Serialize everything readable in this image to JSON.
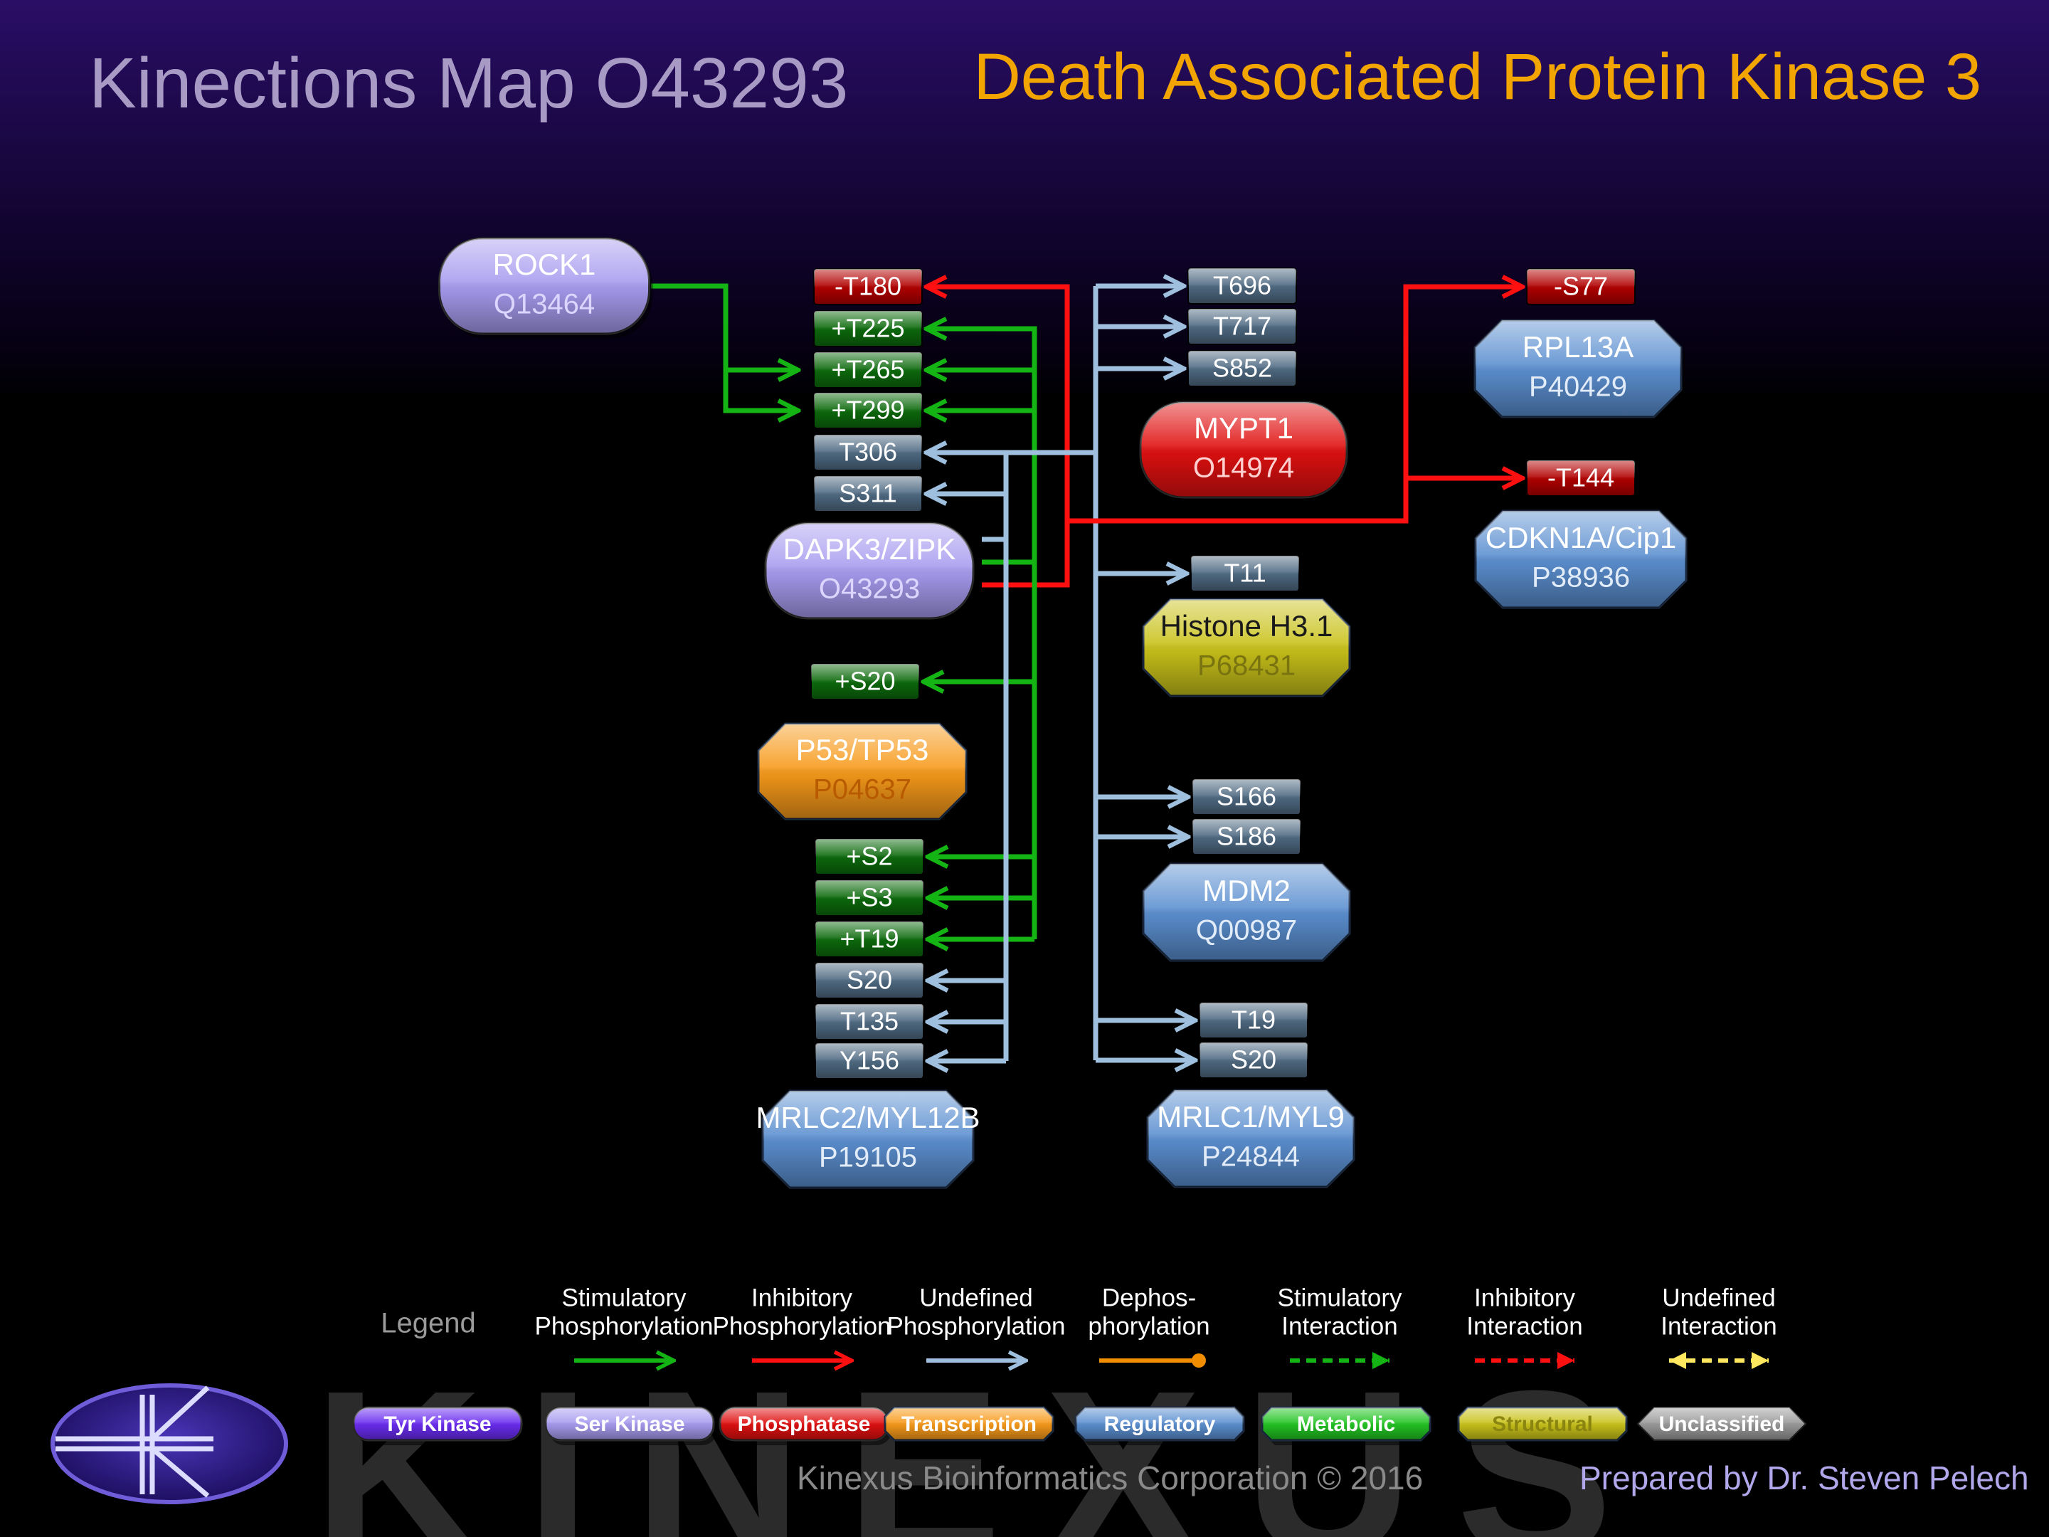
{
  "header": {
    "title": "Kinections Map O43293",
    "protein_name": "Death Associated Protein Kinase 3"
  },
  "colors": {
    "stimulatory": "#14b414",
    "inhibitory": "#ff1010",
    "undefined": "#9ec0de",
    "dephos": "#f28c00",
    "ser_kinase": "#a79bef",
    "regulatory": "#5b8fd0",
    "phosphatase": "#e01010",
    "transcription": "#f79a1a",
    "structural": "#c9c21a",
    "site_stim": "#0c6a0c",
    "site_inhib": "#b20000",
    "site_undef": "#4f6a82"
  },
  "nodes": [
    {
      "id": "rock1",
      "name": "ROCK1",
      "accession": "Q13464",
      "type": "ser_kinase",
      "shape": "rounded"
    },
    {
      "id": "dapk3",
      "name": "DAPK3/ZIPK",
      "accession": "O43293",
      "type": "ser_kinase",
      "shape": "rounded"
    },
    {
      "id": "p53",
      "name": "P53/TP53",
      "accession": "P04637",
      "type": "transcription",
      "shape": "octagon"
    },
    {
      "id": "mrlc2",
      "name": "MRLC2/MYL12B",
      "accession": "P19105",
      "type": "regulatory",
      "shape": "octagon"
    },
    {
      "id": "mypt1",
      "name": "MYPT1",
      "accession": "O14974",
      "type": "phosphatase",
      "shape": "rounded"
    },
    {
      "id": "h31",
      "name": "Histone H3.1",
      "accession": "P68431",
      "type": "structural",
      "shape": "octagon"
    },
    {
      "id": "mdm2",
      "name": "MDM2",
      "accession": "Q00987",
      "type": "regulatory",
      "shape": "octagon"
    },
    {
      "id": "mrlc1",
      "name": "MRLC1/MYL9",
      "accession": "P24844",
      "type": "regulatory",
      "shape": "octagon"
    },
    {
      "id": "rpl13a",
      "name": "RPL13A",
      "accession": "P40429",
      "type": "regulatory",
      "shape": "octagon"
    },
    {
      "id": "cdkn1a",
      "name": "CDKN1A/Cip1",
      "accession": "P38936",
      "type": "regulatory",
      "shape": "octagon"
    }
  ],
  "sites": [
    {
      "id": "d_t180",
      "label": "-T180",
      "effect": "inhibitory"
    },
    {
      "id": "d_t225",
      "label": "+T225",
      "effect": "stimulatory"
    },
    {
      "id": "d_t265",
      "label": "+T265",
      "effect": "stimulatory"
    },
    {
      "id": "d_t299",
      "label": "+T299",
      "effect": "stimulatory"
    },
    {
      "id": "d_t306",
      "label": "T306",
      "effect": "undefined"
    },
    {
      "id": "d_s311",
      "label": "S311",
      "effect": "undefined"
    },
    {
      "id": "p_s20",
      "label": "+S20",
      "effect": "stimulatory"
    },
    {
      "id": "m2_s2",
      "label": "+S2",
      "effect": "stimulatory"
    },
    {
      "id": "m2_s3",
      "label": "+S3",
      "effect": "stimulatory"
    },
    {
      "id": "m2_t19",
      "label": "+T19",
      "effect": "stimulatory"
    },
    {
      "id": "m2_s20",
      "label": "S20",
      "effect": "undefined"
    },
    {
      "id": "m2_t135",
      "label": "T135",
      "effect": "undefined"
    },
    {
      "id": "m2_y156",
      "label": "Y156",
      "effect": "undefined"
    },
    {
      "id": "my_t696",
      "label": "T696",
      "effect": "undefined"
    },
    {
      "id": "my_t717",
      "label": "T717",
      "effect": "undefined"
    },
    {
      "id": "my_s852",
      "label": "S852",
      "effect": "undefined"
    },
    {
      "id": "h_t11",
      "label": "T11",
      "effect": "undefined"
    },
    {
      "id": "md_s166",
      "label": "S166",
      "effect": "undefined"
    },
    {
      "id": "md_s186",
      "label": "S186",
      "effect": "undefined"
    },
    {
      "id": "m1_t19",
      "label": "T19",
      "effect": "undefined"
    },
    {
      "id": "m1_s20",
      "label": "S20",
      "effect": "undefined"
    },
    {
      "id": "r_s77",
      "label": "-S77",
      "effect": "inhibitory"
    },
    {
      "id": "c_t144",
      "label": "-T144",
      "effect": "inhibitory"
    }
  ],
  "edges": [
    {
      "from": "rock1",
      "to": "d_t265",
      "type": "stimulatory"
    },
    {
      "from": "rock1",
      "to": "d_t299",
      "type": "stimulatory"
    },
    {
      "from": "dapk3",
      "to": "d_t180",
      "type": "inhibitory"
    },
    {
      "from": "dapk3",
      "to": "d_t225",
      "type": "stimulatory"
    },
    {
      "from": "dapk3",
      "to": "d_t265",
      "type": "stimulatory"
    },
    {
      "from": "dapk3",
      "to": "d_t299",
      "type": "stimulatory"
    },
    {
      "from": "dapk3",
      "to": "p_s20",
      "type": "stimulatory"
    },
    {
      "from": "dapk3",
      "to": "m2_s2",
      "type": "stimulatory"
    },
    {
      "from": "dapk3",
      "to": "m2_s3",
      "type": "stimulatory"
    },
    {
      "from": "dapk3",
      "to": "m2_t19",
      "type": "stimulatory"
    },
    {
      "from": "dapk3",
      "to": "d_t306",
      "type": "undefined"
    },
    {
      "from": "dapk3",
      "to": "d_s311",
      "type": "undefined"
    },
    {
      "from": "dapk3",
      "to": "m2_s20",
      "type": "undefined"
    },
    {
      "from": "dapk3",
      "to": "m2_t135",
      "type": "undefined"
    },
    {
      "from": "dapk3",
      "to": "m2_y156",
      "type": "undefined"
    },
    {
      "from": "dapk3",
      "to": "my_t696",
      "type": "undefined"
    },
    {
      "from": "dapk3",
      "to": "my_t717",
      "type": "undefined"
    },
    {
      "from": "dapk3",
      "to": "my_s852",
      "type": "undefined"
    },
    {
      "from": "dapk3",
      "to": "h_t11",
      "type": "undefined"
    },
    {
      "from": "dapk3",
      "to": "md_s166",
      "type": "undefined"
    },
    {
      "from": "dapk3",
      "to": "md_s186",
      "type": "undefined"
    },
    {
      "from": "dapk3",
      "to": "m1_t19",
      "type": "undefined"
    },
    {
      "from": "dapk3",
      "to": "m1_s20",
      "type": "undefined"
    },
    {
      "from": "dapk3",
      "to": "r_s77",
      "type": "inhibitory"
    },
    {
      "from": "dapk3",
      "to": "c_t144",
      "type": "inhibitory"
    }
  ],
  "legend": {
    "title": "Legend",
    "arrows": [
      {
        "label": "Stimulatory\nPhosphorylation",
        "style": "stimulatory"
      },
      {
        "label": "Inhibitory\nPhosphorylation",
        "style": "inhibitory"
      },
      {
        "label": "Undefined\nPhosphorylation",
        "style": "undefined"
      },
      {
        "label": "Dephos-\nphorylation",
        "style": "dephos"
      },
      {
        "label": "Stimulatory\nInteraction",
        "style": "stim_interaction"
      },
      {
        "label": "Inhibitory\nInteraction",
        "style": "inhib_interaction"
      },
      {
        "label": "Undefined\nInteraction",
        "style": "undef_interaction"
      }
    ],
    "categories": [
      {
        "label": "Tyr Kinase",
        "color": "#6a2cf0",
        "shape": "rounded"
      },
      {
        "label": "Ser Kinase",
        "color": "#a79bef",
        "shape": "rounded"
      },
      {
        "label": "Phosphatase",
        "color": "#e01010",
        "shape": "rounded"
      },
      {
        "label": "Transcription",
        "color": "#f79a1a",
        "shape": "octagon"
      },
      {
        "label": "Regulatory",
        "color": "#5b8fd0",
        "shape": "octagon"
      },
      {
        "label": "Metabolic",
        "color": "#22c422",
        "shape": "octagon"
      },
      {
        "label": "Structural",
        "color": "#c9c21a",
        "shape": "octagon"
      },
      {
        "label": "Unclassified",
        "color": "#9a9a9a",
        "shape": "arrow"
      }
    ]
  },
  "footer": {
    "company": "Kinexus Bioinformatics Corporation © 2016",
    "author": "Prepared by Dr. Steven Pelech",
    "watermark": "KINEXUS"
  }
}
